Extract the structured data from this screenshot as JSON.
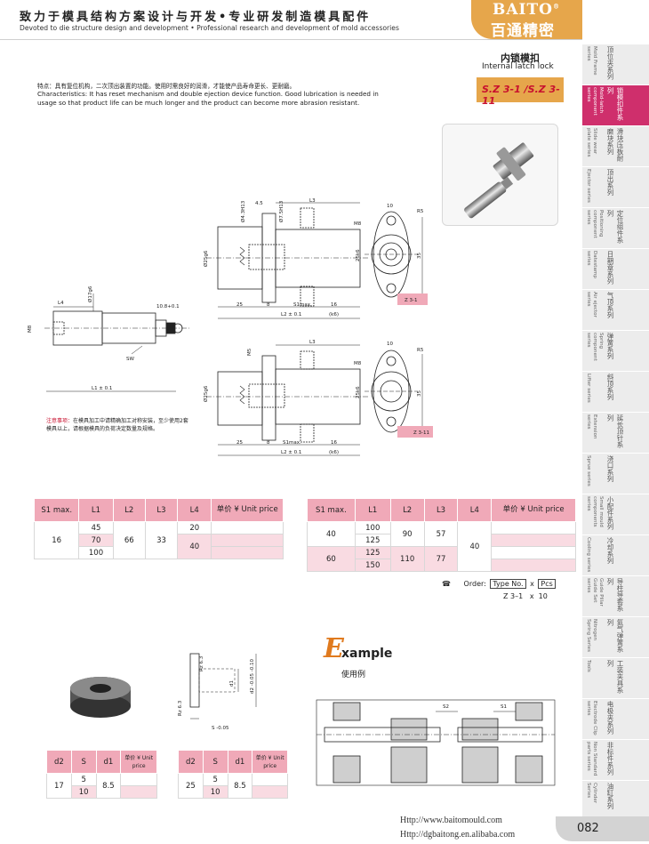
{
  "header": {
    "title_cn": "致力于模具结构方案设计与开发•专业研发制造模具配件",
    "subtitle_en": "Devoted to die structure design and development   • Professional research and development of mold accessories",
    "brand_en": "BAITO",
    "brand_cn": "百通精密",
    "brand_mark": "®"
  },
  "tabs": [
    {
      "cn": "顶位夹系列",
      "en": "Mold Frame series",
      "active": false
    },
    {
      "cn": "锁模扣件系列",
      "en": "Mold-latch component series",
      "active": true
    },
    {
      "cn": "滑块压板耐磨块系列",
      "en": "Slide wear plate series",
      "active": false
    },
    {
      "cn": "顶出系列",
      "en": "Ejector series",
      "active": false
    },
    {
      "cn": "定位组件系列",
      "en": "Positioning component series",
      "active": false
    },
    {
      "cn": "日期章系列",
      "en": "Datestamp series",
      "active": false
    },
    {
      "cn": "气顶系列",
      "en": "Air ejector series",
      "active": false
    },
    {
      "cn": "弹簧系列",
      "en": "Spring component series",
      "active": false
    },
    {
      "cn": "斜顶系列",
      "en": "Lifter series",
      "active": false
    },
    {
      "cn": "延长顶针系列",
      "en": "Extension series",
      "active": false
    },
    {
      "cn": "浇口系列",
      "en": "Sprue series",
      "active": false
    },
    {
      "cn": "小配件系列",
      "en": "Small mould components series",
      "active": false
    },
    {
      "cn": "冷却系列",
      "en": "Cooling series",
      "active": false
    },
    {
      "cn": "导柱导套系列",
      "en": "Guide Pillar Guide Set series",
      "active": false
    },
    {
      "cn": "氮气弹簧系列",
      "en": "Nitrogen Spring Series",
      "active": false
    },
    {
      "cn": "工装夹具系列",
      "en": "Tools",
      "active": false
    },
    {
      "cn": "电极夹系列",
      "en": "Electrode Clip series",
      "active": false
    },
    {
      "cn": "非标件系列",
      "en": "Non Standard parts series",
      "active": false
    },
    {
      "cn": "油缸系列",
      "en": "Cylinder Series",
      "active": false
    }
  ],
  "product": {
    "name_cn": "内锁模扣",
    "name_en": "Internal latch lock",
    "model": "S.Z 3-1 /S.Z 3-11",
    "features_cn": "特点：具有复位机构，二次顶出装置的功能。使用时需良好的润滑，才能使产品寿命更长、更耐磨。",
    "features_en": "Characteristics: It has reset mechanism and double ejection device function. Good lubrication is needed in usage so that product life can be much longer and the product can become more abrasion resistant."
  },
  "drawing_labels": {
    "l4": "L4",
    "d17": "Ø17g6",
    "m8": "M8",
    "sw": "SW",
    "l1": "L1 ± 0.1",
    "d108": "10.8+0.1",
    "d45": "4.5",
    "l3": "L3",
    "d43": "Ø4.3H13",
    "d75": "Ø7.5H13",
    "d25": "Ø25g6",
    "v25": "25",
    "v8": "8",
    "s1max": "S1max.",
    "v16": "16",
    "l2": "L2 ± 0.1",
    "k6": "(k6)",
    "v10": "10",
    "r5": "R5",
    "d25k6": "25k6",
    "v35": "35",
    "z31": "Z 3-1",
    "m5": "M5",
    "z311": "Z 3-11"
  },
  "note": {
    "label": "注意事项：",
    "text": "在模具加工中请精确加工对称安装，至少使用2套模具以上，请根据模具的负荷决定数量及规格。"
  },
  "table1": {
    "headers": [
      "S1 max.",
      "L1",
      "L2",
      "L3",
      "L4",
      "单价 ¥ Unit price"
    ],
    "s1": "16",
    "l1": [
      "45",
      "70",
      "100"
    ],
    "l2": "66",
    "l3": "33",
    "l4": [
      "20",
      "40"
    ]
  },
  "table2": {
    "headers": [
      "S1 max.",
      "L1",
      "L2",
      "L3",
      "L4",
      "单价 ¥ Unit price"
    ],
    "rows": [
      {
        "s1": "40",
        "l1": [
          "100",
          "125"
        ],
        "l2": "90",
        "l3": "57"
      },
      {
        "s1": "60",
        "l1": [
          "125",
          "150"
        ],
        "l2": "110",
        "l3": "77"
      }
    ],
    "l4": "40"
  },
  "order": {
    "label": "Order:",
    "type": "Type No.",
    "x": "x",
    "pcs": "Pcs",
    "example_type": "Z 3–1",
    "example_x": "x",
    "example_qty": "10"
  },
  "washer": {
    "rz63a": "Rz 6.3",
    "rz63b": "Rz 6.3",
    "d1": "d1",
    "d2": "d2 -0.05 -0.10",
    "s": "S -0.05"
  },
  "table3": {
    "headers": [
      "d2",
      "S",
      "d1",
      "单价 ¥ Unit price"
    ],
    "d2": "17",
    "s": [
      "5",
      "10"
    ],
    "d1": "8.5"
  },
  "table4": {
    "headers": [
      "d2",
      "S",
      "d1",
      "单价 ¥ Unit price"
    ],
    "d2": "25",
    "s": [
      "5",
      "10"
    ],
    "d1": "8.5"
  },
  "example": {
    "e": "E",
    "rest": "xample",
    "cn": "使用例",
    "s2": "S2",
    "s1": "S1"
  },
  "footer": {
    "url1": "Http://www.baitomould.com",
    "url2": "Http://dgbaitong.en.alibaba.com",
    "page": "082"
  },
  "colors": {
    "accent_orange": "#e6a64b",
    "accent_pink": "#cf2f6c",
    "table_header": "#f0a9b8",
    "table_row": "#f9dbe2",
    "model_red": "#c8102e"
  }
}
